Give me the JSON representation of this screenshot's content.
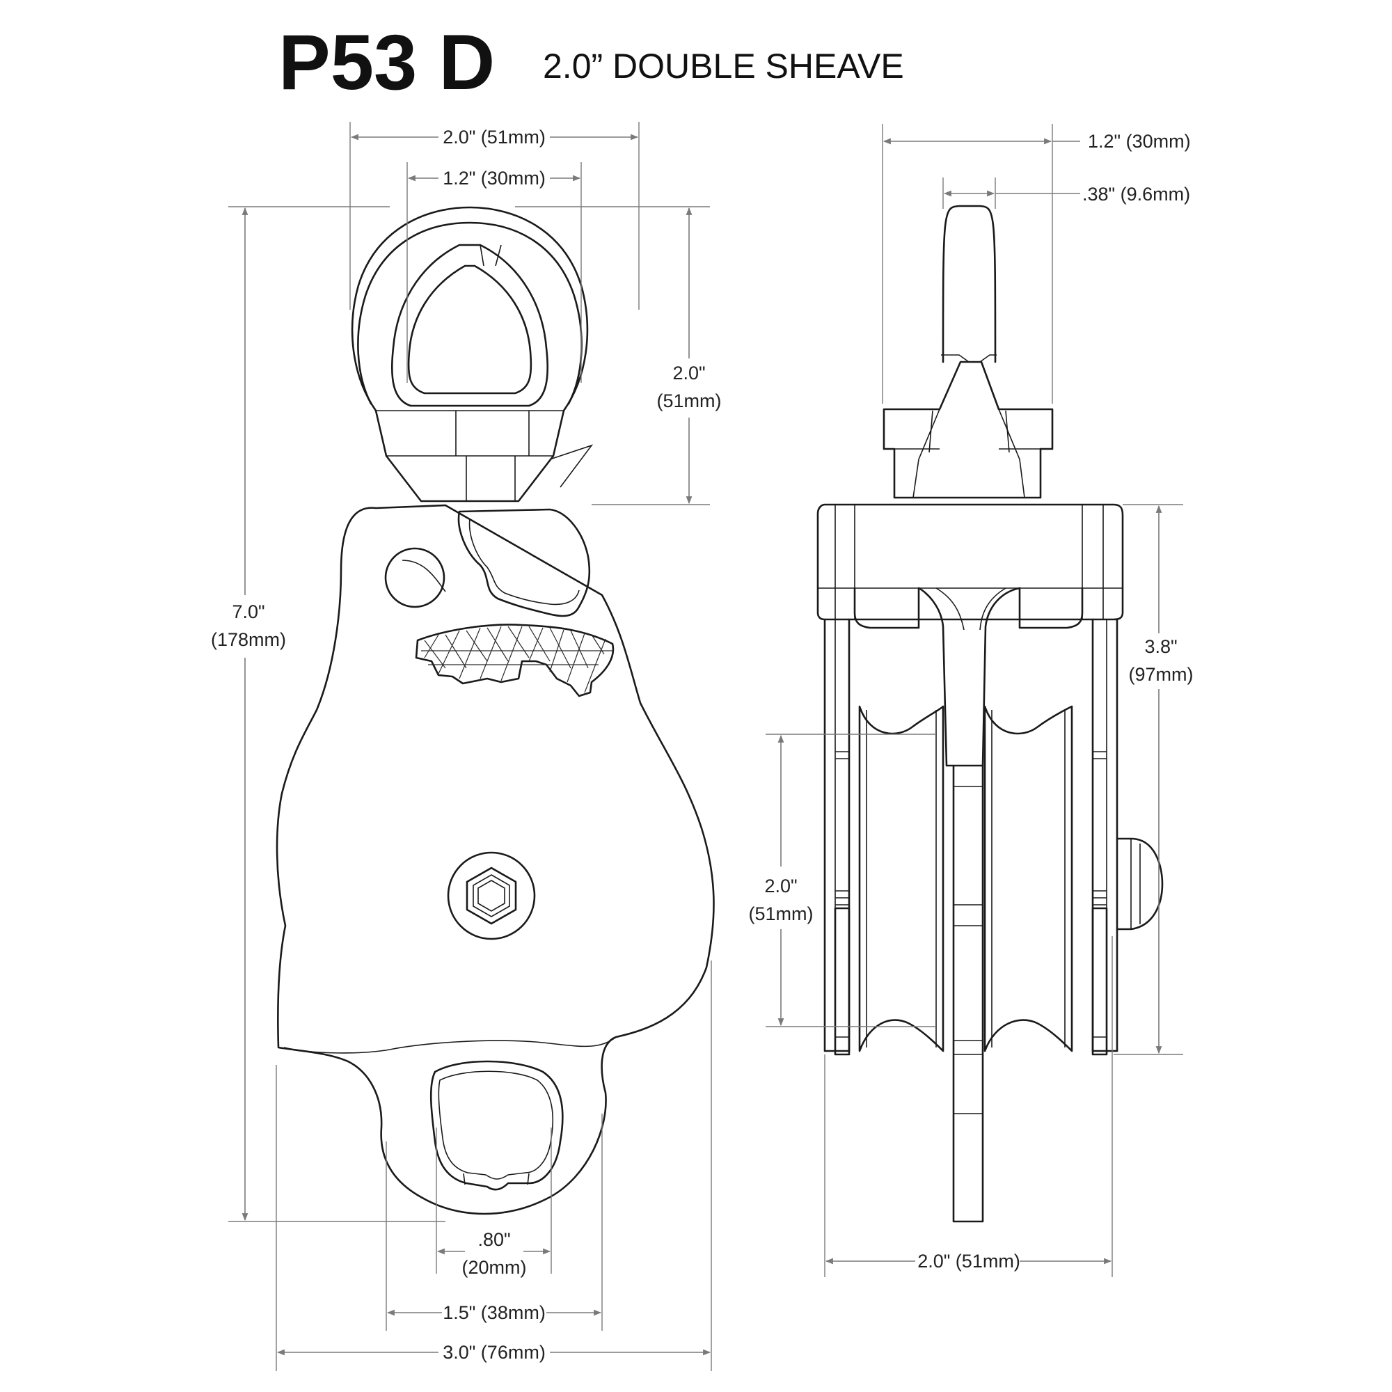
{
  "title": {
    "model": "P53 D",
    "description": "2.0” DOUBLE SHEAVE"
  },
  "front_view": {
    "dim_swivel_outer_width": "2.0\" (51mm)",
    "dim_swivel_inner_width": "1.2\" (30mm)",
    "dim_swivel_height_in": "2.0\"",
    "dim_swivel_height_mm": "(51mm)",
    "dim_overall_height_in": "7.0\"",
    "dim_overall_height_mm": "(178mm)",
    "dim_becket_hole_in": ".80\"",
    "dim_becket_hole_mm": "(20mm)",
    "dim_becket_width": "1.5\" (38mm)",
    "dim_overall_width": "3.0\" (76mm)"
  },
  "side_view": {
    "dim_swivel_width": "1.2\" (30mm)",
    "dim_swivel_thickness": ".38\" (9.6mm)",
    "dim_side_plate_height_in": "3.8\"",
    "dim_side_plate_height_mm": "(97mm)",
    "dim_sheave_diameter_in": "2.0\"",
    "dim_sheave_diameter_mm": "(51mm)",
    "dim_overall_width": "2.0\" (51mm)"
  }
}
